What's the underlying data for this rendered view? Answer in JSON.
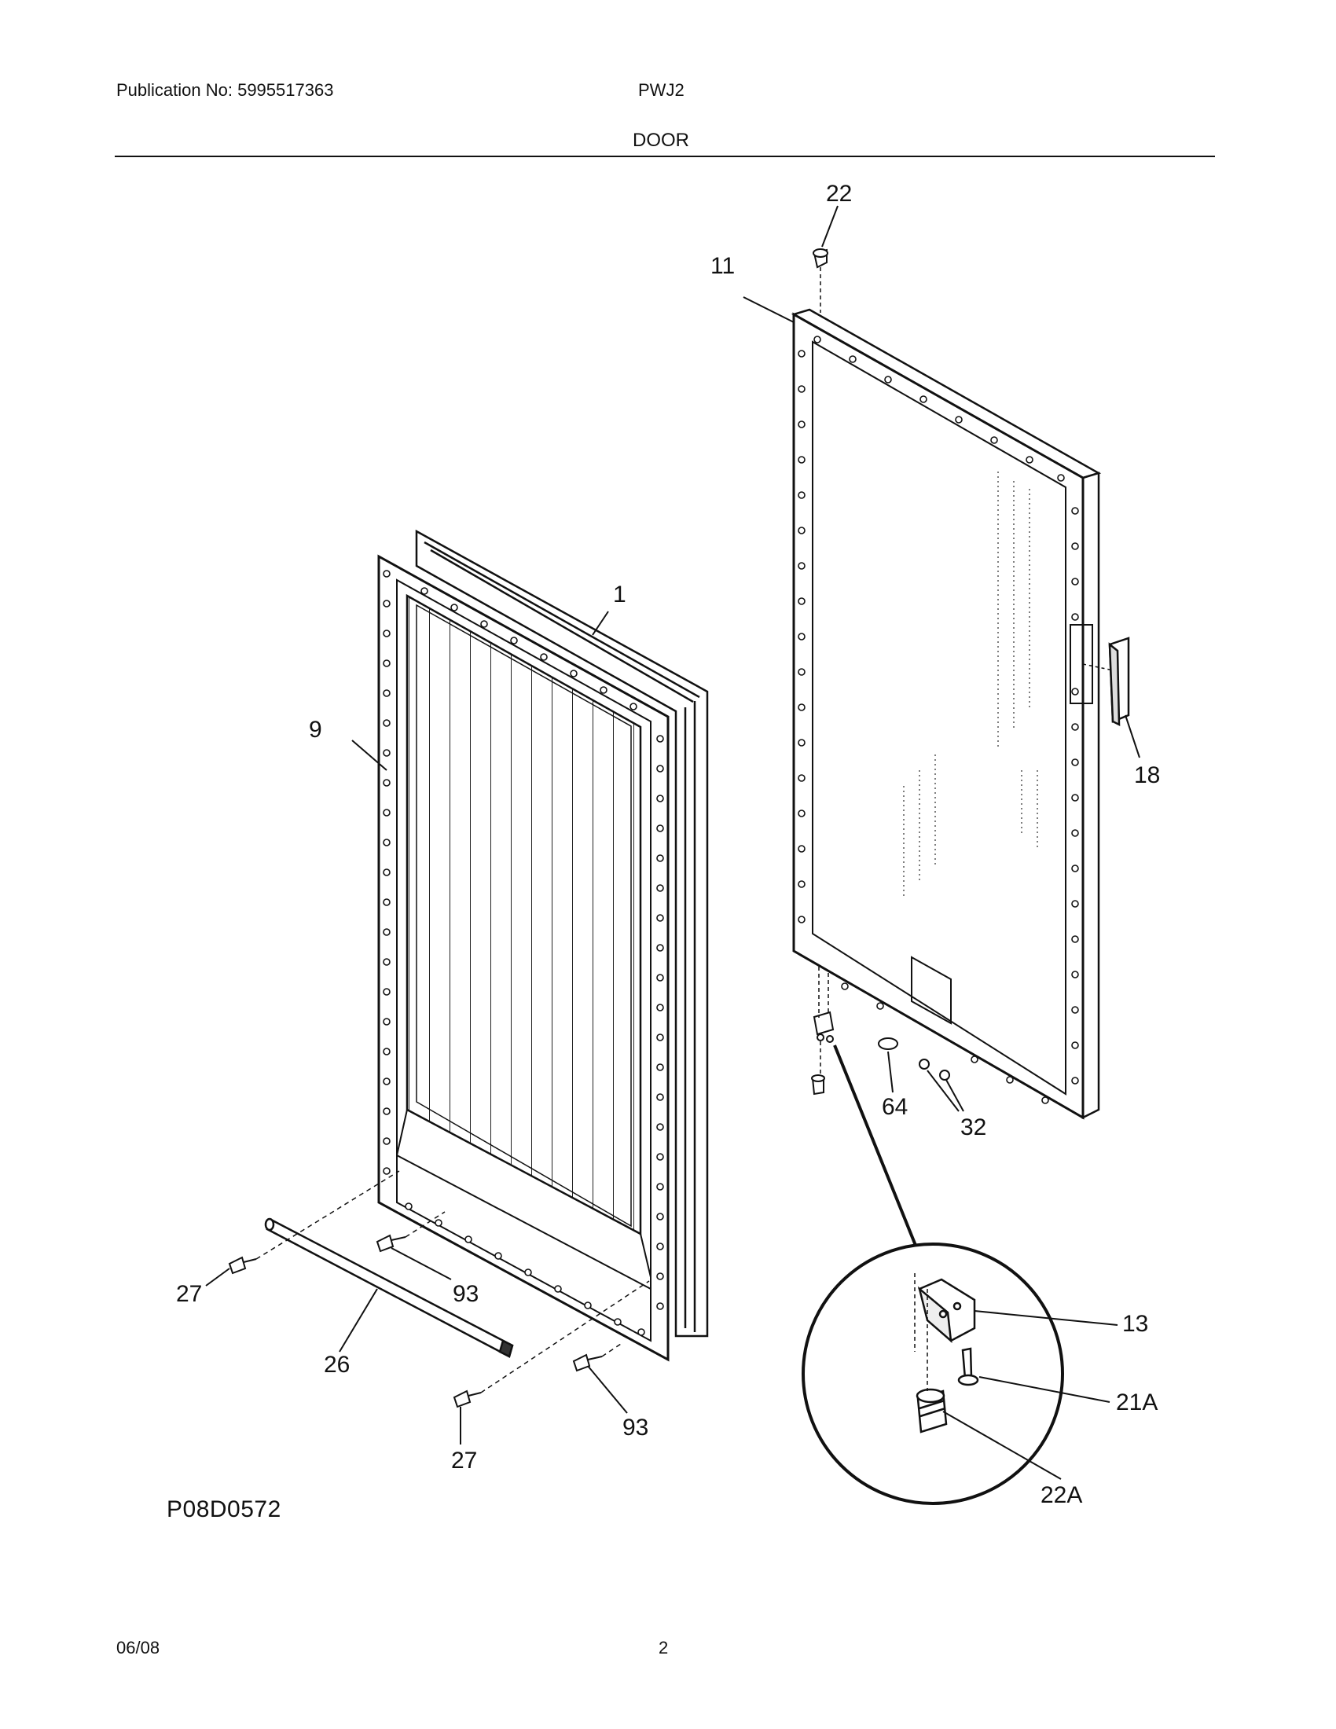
{
  "header": {
    "publication": "Publication No: 5995517363",
    "model": "PWJ2",
    "section_title": "DOOR"
  },
  "callouts": {
    "c22": "22",
    "c11": "11",
    "c1": "1",
    "c9": "9",
    "c18": "18",
    "c64": "64",
    "c32": "32",
    "c27a": "27",
    "c93a": "93",
    "c26": "26",
    "c27b": "27",
    "c93b": "93",
    "c13": "13",
    "c21A": "21A",
    "c22A": "22A"
  },
  "figure_code": "P08D0572",
  "footer": {
    "date": "06/08",
    "page": "2"
  }
}
